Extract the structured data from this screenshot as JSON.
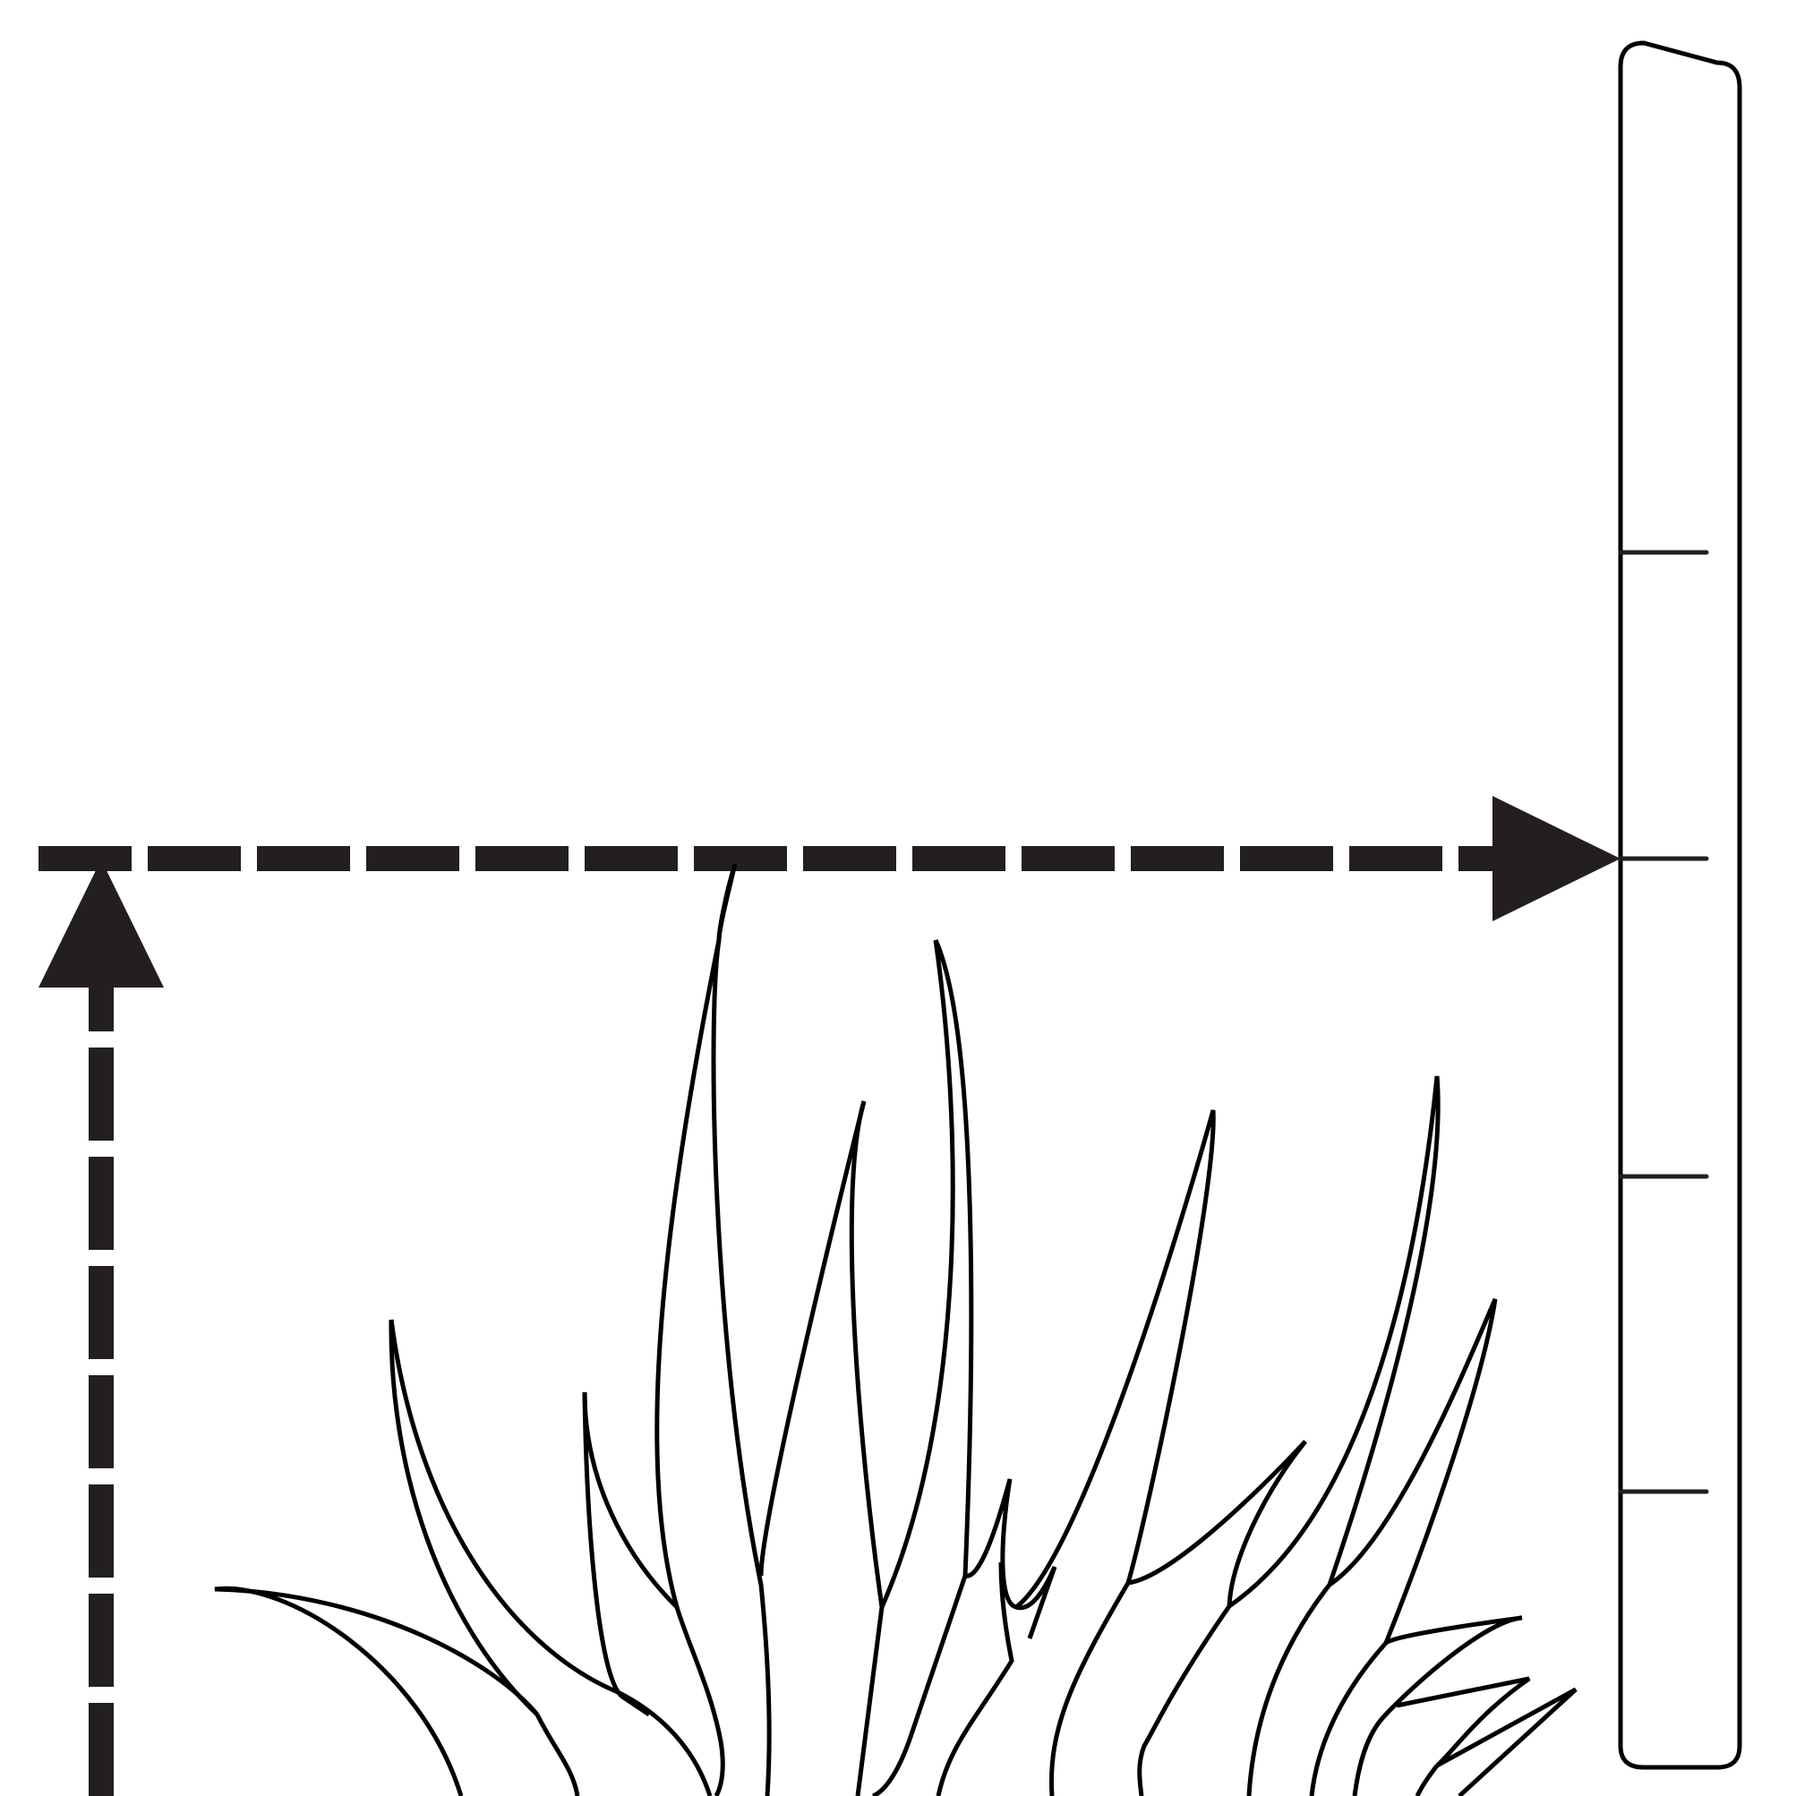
{
  "figure": {
    "subject": "grass-height-measurement",
    "colors": {
      "background": "#ffffff",
      "outline": "#000000",
      "arrow": "#231f20",
      "ruler_ticks": "#231f20"
    }
  },
  "ruler": {
    "tick_count": 4
  },
  "arrows": {
    "vertical": {
      "direction": "up",
      "style": "dashed"
    },
    "horizontal": {
      "direction": "right",
      "style": "dashed"
    }
  },
  "grass": {
    "blade_count": 17
  }
}
